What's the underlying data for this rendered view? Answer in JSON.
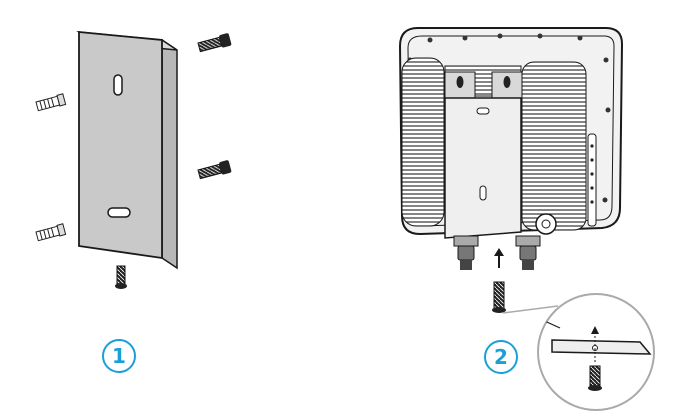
{
  "steps": [
    {
      "number": "1",
      "description": ""
    },
    {
      "number": "2",
      "description": ""
    }
  ],
  "colors": {
    "step_accent": "#1a9fd8",
    "bracket_fill": "#c9c9c9",
    "line": "#1a1a1a",
    "inverter_body": "#ffffff"
  },
  "icons": [
    "bracket",
    "anchor-plug",
    "bolt",
    "screw",
    "inverter",
    "detail-callout"
  ]
}
